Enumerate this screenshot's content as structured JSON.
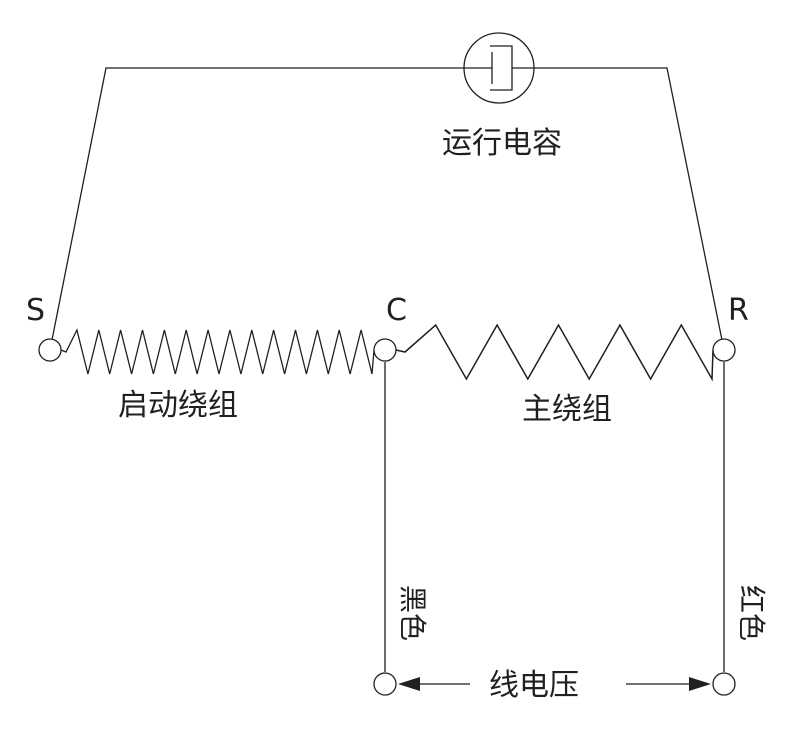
{
  "terminals": {
    "s": "S",
    "c": "C",
    "r": "R"
  },
  "labels": {
    "run_capacitor": "运行电容",
    "start_winding": "启动绕组",
    "main_winding": "主绕组",
    "black": "黑色",
    "red": "红色",
    "line_voltage": "线电压"
  }
}
